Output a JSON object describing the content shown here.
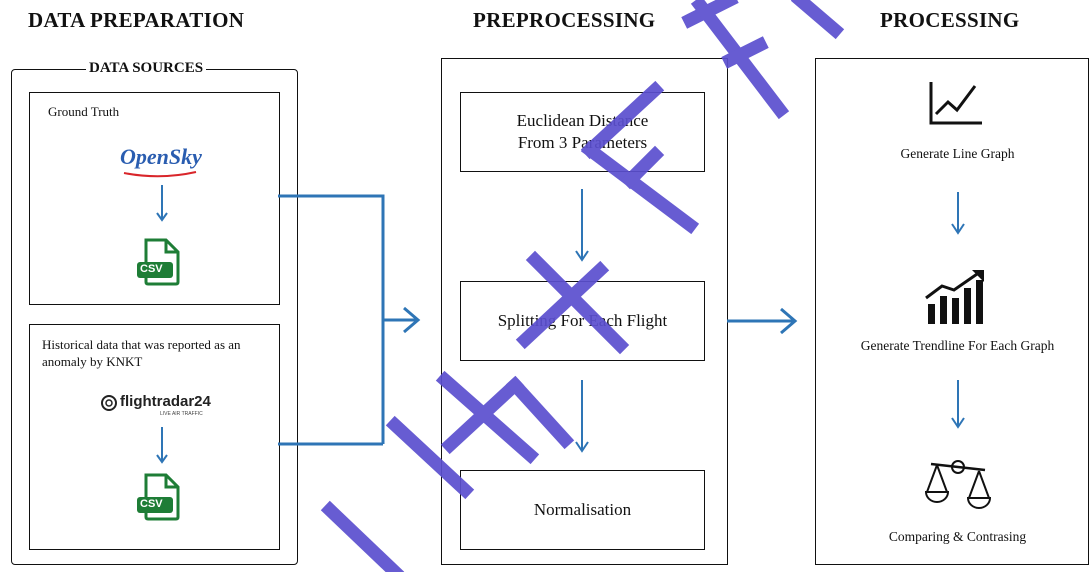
{
  "headings": {
    "data_preparation": "DATA PREPARATION",
    "preprocessing": "PREPROCESSING",
    "processing": "PROCESSING"
  },
  "data_sources": {
    "title": "DATA SOURCES",
    "ground_truth": {
      "label": "Ground Truth",
      "logo_text": "OpenSky",
      "file_icon": "csv-file-icon",
      "file_text": "CSV"
    },
    "historical": {
      "label": "Historical data that was reported as an anomaly by KNKT",
      "logo_text": "flightradar24",
      "logo_subtext": "LIVE AIR TRAFFIC",
      "file_icon": "csv-file-icon",
      "file_text": "CSV"
    }
  },
  "preprocessing": {
    "steps": [
      "Euclidean Distance From 3 Parameters",
      "Splitting For Each Flight",
      "Normalisation"
    ]
  },
  "processing": {
    "steps": [
      {
        "icon": "line-graph-icon",
        "label": "Generate Line Graph"
      },
      {
        "icon": "trendline-bar-chart-icon",
        "label": "Generate Trendline For Each Graph"
      },
      {
        "icon": "balance-scale-icon",
        "label": "Comparing & Contrasing"
      }
    ]
  },
  "colors": {
    "arrow": "#2e75b6",
    "watermark": "#5b4fcf",
    "csv_green": "#1e7d36",
    "opensky_blue": "#2a5db0",
    "opensky_red": "#d9252a"
  }
}
